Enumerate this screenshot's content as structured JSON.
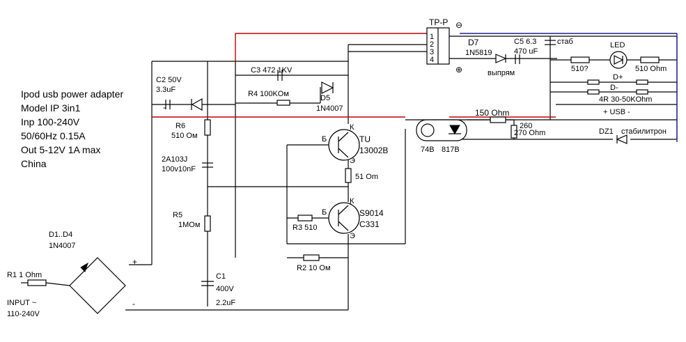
{
  "info": {
    "line1": "Ipod usb power adapter",
    "line2": "Model IP 3in1",
    "line3": "Inp 100-240V",
    "line4": "50/60Hz 0.15A",
    "line5": "Out 5-12V 1A max",
    "line6": "China"
  },
  "labels": {
    "tr_name": "TP-P",
    "tr_minus": "⊖",
    "tr_plus": "⊕",
    "pin1": "1",
    "pin2": "2",
    "pin3": "3",
    "pin4": "4",
    "d7_name": "D7",
    "d7_val": "1N5819",
    "d7_note": "выпрям",
    "c5_name": "C5 6.3",
    "c5_val": "470 uF",
    "stab": "стаб",
    "led": "LED",
    "r510q": "510?",
    "r510ohm": "510 Ohm",
    "dplus": "D+",
    "dminus": "D-",
    "r4r": "4R 30-50KOhm",
    "usb": "+ USB -",
    "dz1": "DZ1",
    "dz1_note": "стабилитрон",
    "r150": "150 Ohm",
    "r260": "260",
    "r270": "270 Ohm",
    "opto1": "74B",
    "opto2": "817B",
    "c2_name": "C2  50V",
    "c2_val": "3.3uF",
    "c2_minus": "-",
    "c3": "C3 472 1KV",
    "r4": "R4  100KOм",
    "d5_name": "D5",
    "d5_val": "1N4007",
    "r6_name": "R6",
    "r6_val": "510 Ом",
    "cap_2a": "2A103J",
    "cap_2a_val": "100v10nF",
    "r5_name": "R5",
    "r5_val": "1MOм",
    "c1_name": "C1",
    "c1_v": "400V",
    "c1_val": "2.2uF",
    "q1_b": "Б",
    "q1_k": "К",
    "q1_e": "Э",
    "q1_name": "TU",
    "q1_val": "13002B",
    "r51": "51 Om",
    "q2_b": "Б",
    "q2_k": "К",
    "q2_e": "Э",
    "q2_name": "S9014",
    "q2_val": "C331",
    "r3": "R3 510",
    "r2": "R2 10 Ом",
    "d1_name": "D1..D4",
    "d1_val": "1N4007",
    "bridge_plus": "+",
    "bridge_minus": "-",
    "r1": "R1  1 Ohm",
    "input": "INPUT ~",
    "input_v": "110-240V"
  }
}
